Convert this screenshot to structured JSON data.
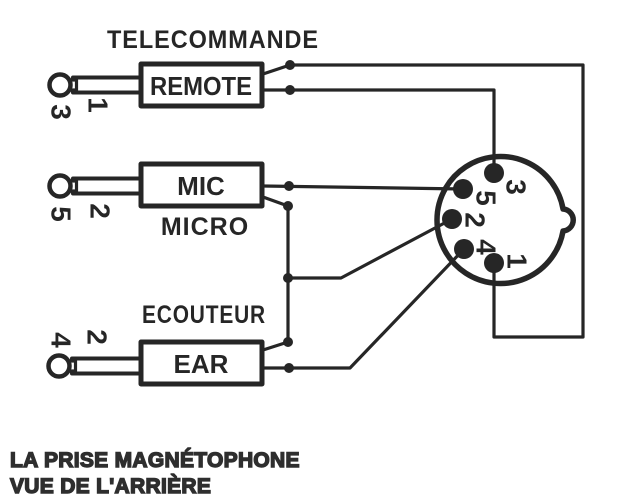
{
  "diagram": {
    "colors": {
      "ink": "#262626",
      "caption": "#2e2e2e",
      "background": "#ffffff"
    },
    "remote": {
      "title": "TELECOMMANDE",
      "box_label": "REMOTE",
      "tip_number": "3",
      "sleeve_number": "1"
    },
    "mic": {
      "box_label": "MIC",
      "subtitle": "MICRO",
      "tip_number": "5",
      "sleeve_number": "2"
    },
    "ear": {
      "title": "ECOUTEUR",
      "box_label": "EAR",
      "tip_number": "4",
      "sleeve_number": "2"
    },
    "din_connector": {
      "pin_labels": [
        "3",
        "5",
        "2",
        "4",
        "1"
      ]
    },
    "caption": {
      "line1": "LA PRISE MAGNÉTOPHONE",
      "line2": "VUE DE L'ARRIÈRE"
    }
  }
}
